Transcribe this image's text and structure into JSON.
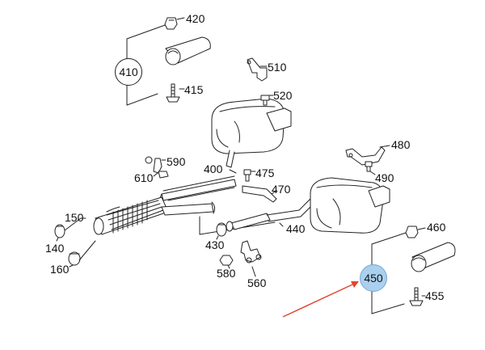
{
  "diagram": {
    "callouts": {
      "c410": "410",
      "c450": "450"
    },
    "labels": {
      "l420": "420",
      "l415": "415",
      "l510": "510",
      "l520": "520",
      "l590": "590",
      "l610": "610",
      "l400": "400",
      "l475": "475",
      "l470": "470",
      "l480": "480",
      "l490": "490",
      "l150": "150",
      "l140": "140",
      "l160": "160",
      "l430": "430",
      "l440": "440",
      "l580": "580",
      "l560": "560",
      "l460": "460",
      "l455": "455"
    },
    "colors": {
      "highlight": "#a9d0ee",
      "arrow": "#e0462f",
      "line": "#222222"
    }
  }
}
